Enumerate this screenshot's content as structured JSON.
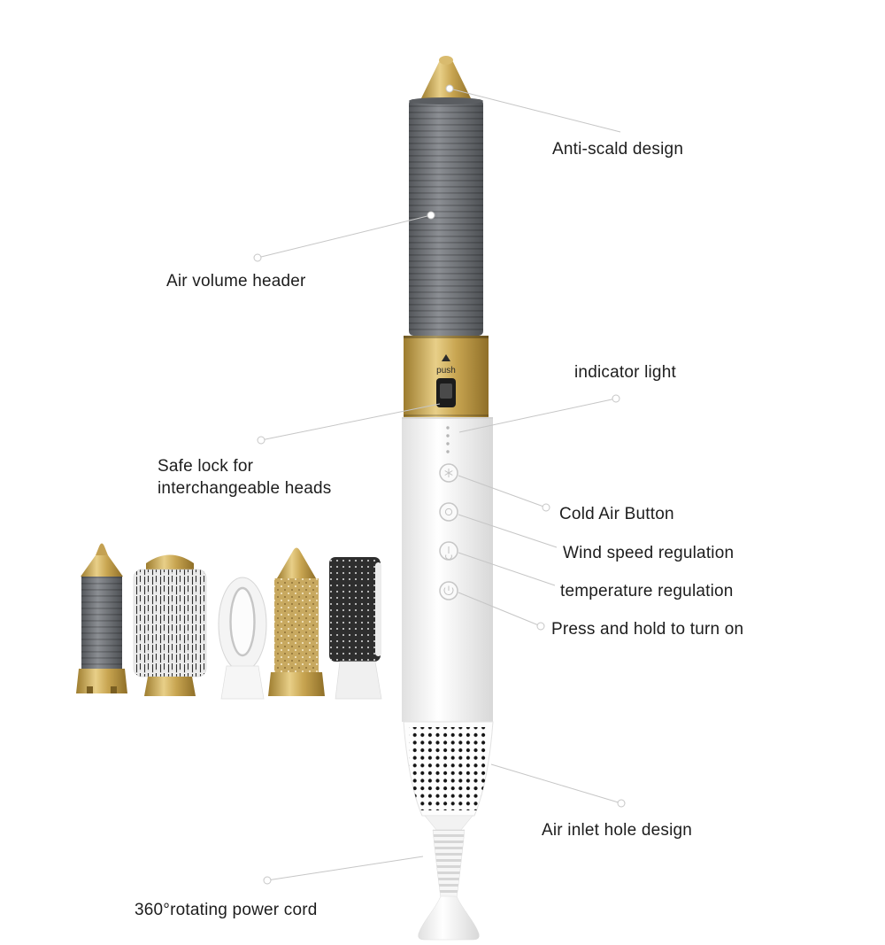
{
  "device": {
    "push_label": "push"
  },
  "callouts": {
    "anti_scald": "Anti-scald design",
    "air_volume": "Air volume header",
    "indicator_light": "indicator light",
    "safe_lock": "Safe lock for interchangeable heads",
    "cold_air": "Cold Air Button",
    "wind_speed": "Wind speed regulation",
    "temperature": "temperature regulation",
    "press_hold": "Press and hold to turn on",
    "air_inlet": "Air inlet hole design",
    "power_cord": "360°rotating power cord"
  },
  "colors": {
    "gold": "#c9a65a",
    "barrel_gray": "#6e7176",
    "body_white": "#f7f7f7",
    "leader_line": "#c6c6c6",
    "text": "#1d1d1d",
    "inlet_dots": "#141414"
  }
}
